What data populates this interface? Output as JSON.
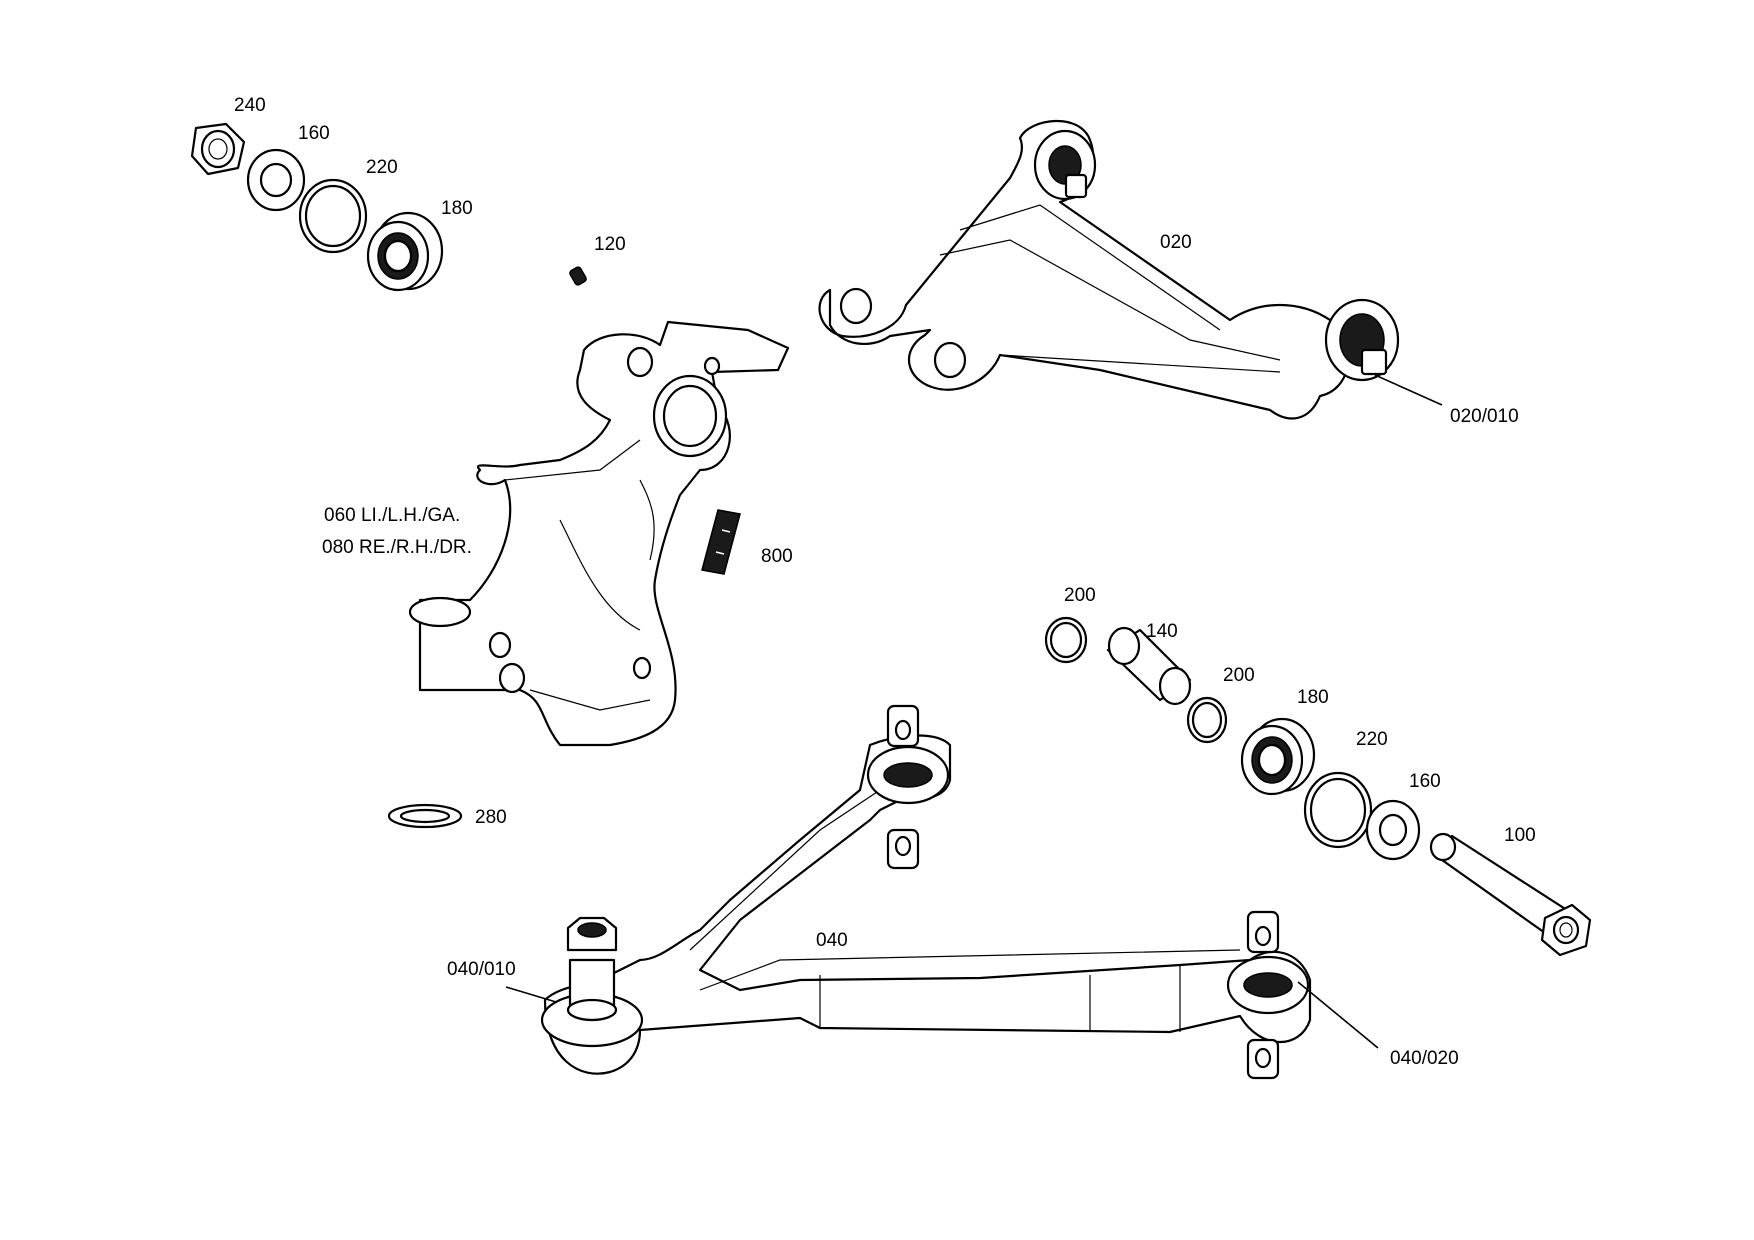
{
  "diagram": {
    "background": "#ffffff",
    "line_color": "#000000",
    "callouts": {
      "nut_240": "240",
      "washer_160_top": "160",
      "ring_220_top": "220",
      "bearing_180_top": "180",
      "pin_120": "120",
      "upper_arm_020": "020",
      "bushing_020_010": "020/010",
      "knuckle_left": "060 LI./L.H./GA.",
      "knuckle_right": "080 RE./R.H./DR.",
      "label_800": "800",
      "ring_200_a": "200",
      "sleeve_140": "140",
      "ring_200_b": "200",
      "bearing_180_right": "180",
      "ring_220_right": "220",
      "washer_160_right": "160",
      "bolt_100": "100",
      "washer_280": "280",
      "lower_arm_040": "040",
      "balljoint_040_010": "040/010",
      "bushing_040_020": "040/020"
    }
  }
}
